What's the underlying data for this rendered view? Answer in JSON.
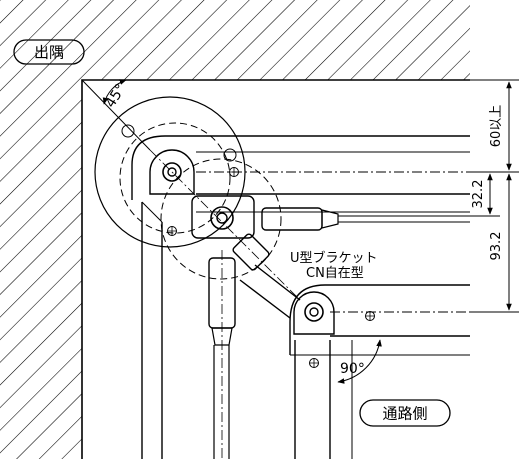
{
  "labels": {
    "outer_corner": "出隅",
    "passage_side": "通路側",
    "bracket_line1": "U型ブラケット",
    "bracket_line2": "CN自在型",
    "angle_45": "45°",
    "angle_90": "90°"
  },
  "dimensions": {
    "clearance": "60以上",
    "offset_small": "32.2",
    "offset_total": "93.2"
  },
  "colors": {
    "line": "#000000",
    "background": "#ffffff"
  }
}
